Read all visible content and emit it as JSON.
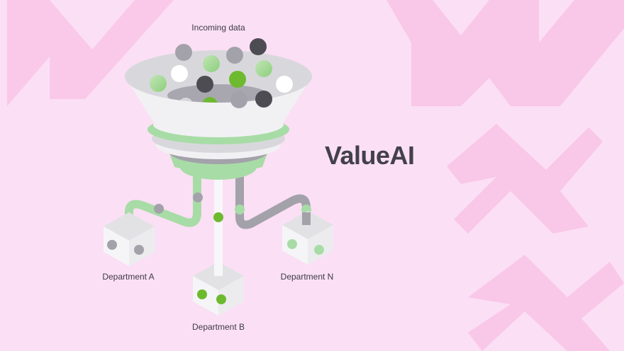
{
  "diagram": {
    "input_label": "Incoming data",
    "brand_name": "ValueAI",
    "outputs": [
      {
        "label": "Department A",
        "dots": [
          "gray",
          "gray"
        ]
      },
      {
        "label": "Department B",
        "dots": [
          "green",
          "green"
        ]
      },
      {
        "label": "Department N",
        "dots": [
          "lightgreen",
          "lightgreen"
        ]
      }
    ]
  },
  "colors": {
    "background": "#fbdff5",
    "decor": "#f9c7e8",
    "funnel_rim": "#d8d8dc",
    "funnel_body": "#f1f1f4",
    "green": "#6eba2f",
    "light_green": "#a8dca6",
    "gray": "#a3a2aa",
    "dark": "#4d4c52",
    "white": "#ffffff",
    "text": "#3d3b45"
  },
  "icons": [
    "funnel-icon",
    "pipe-icon",
    "department-box-icon",
    "data-dot-icon"
  ]
}
